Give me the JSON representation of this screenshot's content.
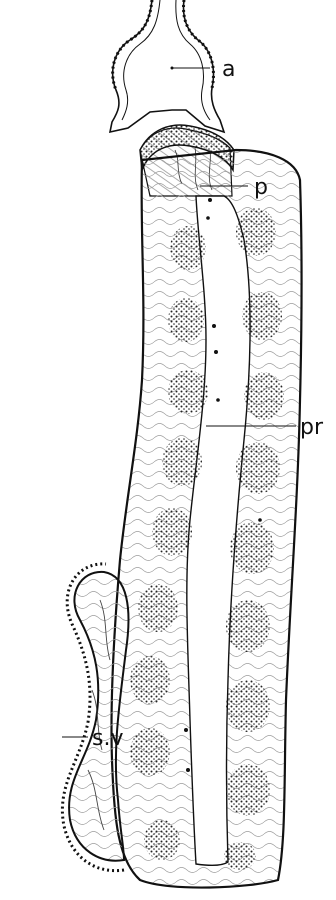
{
  "labels": {
    "a": "a",
    "p": "p",
    "pr": "pr",
    "sv": "s.v"
  }
}
